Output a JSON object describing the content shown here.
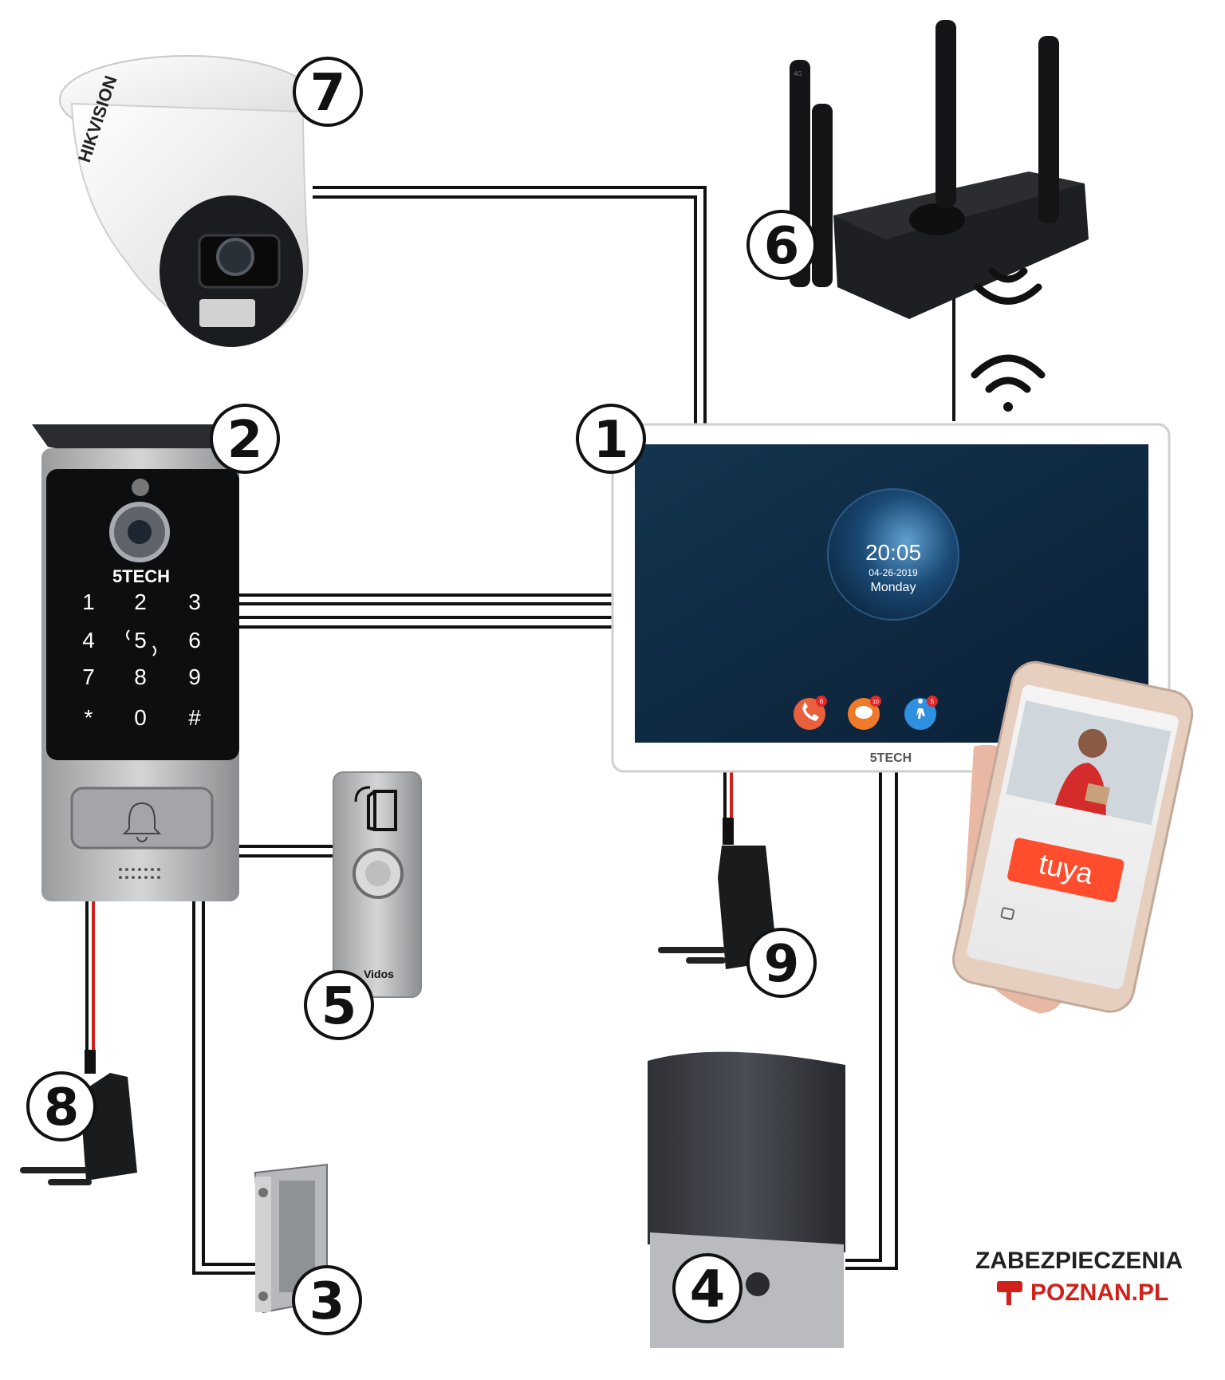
{
  "labels": {
    "monitor": "1",
    "doorbell": "2",
    "strike": "3",
    "gate_motor": "4",
    "exit_button": "5",
    "router": "6",
    "camera": "7",
    "psu_doorbell": "8",
    "psu_monitor": "9"
  },
  "monitor": {
    "time": "20:05",
    "date": "04-26-2019",
    "weekday": "Monday",
    "brand": "5TECH",
    "call_count": "6",
    "message_count": "10",
    "visitor_count": "5"
  },
  "doorbell": {
    "brand": "5TECH",
    "keys": [
      "1",
      "2",
      "3",
      "4",
      "5",
      "6",
      "7",
      "8",
      "9",
      "*",
      "0",
      "#"
    ]
  },
  "camera": {
    "brand": "HIKVISION"
  },
  "router": {
    "antenna_label": "4G"
  },
  "exit_button": {
    "brand": "Vidos"
  },
  "phone": {
    "app_logo": "tuya"
  },
  "logo": {
    "line1": "ZABEZPIECZENIA",
    "line2": "POZNAN.PL"
  },
  "colors": {
    "wire": "#111111",
    "wire_red": "#d0201a",
    "screen_bg": "#0e2a45",
    "logo_red": "#d0201a",
    "tuya_orange": "#ff4d2d"
  }
}
